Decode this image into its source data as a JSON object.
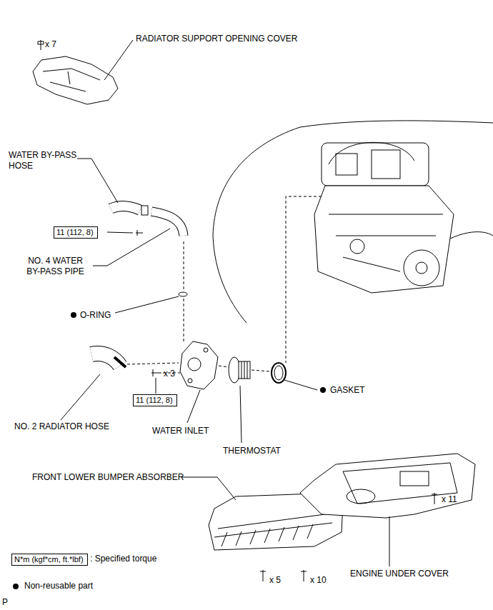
{
  "diagram": {
    "nodes": [
      {
        "text": [
          "11 (112, 8)"
        ]
      },
      {
        "text": [
          "11 (112, 8)"
        ]
      },
      {
        "text": [
          "N*m (kgf*cm, ft.*lbf)"
        ]
      }
    ],
    "labels": [
      "RADIATOR SUPPORT OPENING COVER",
      "x 7",
      "WATER BY-PASS HOSE",
      "NO. 4 WATER BY-PASS PIPE",
      "O-RING",
      "NO. 2 RADIATOR HOSE",
      "x 3",
      "WATER INLET",
      "THERMOSTAT",
      "GASKET",
      "FRONT LOWER BUMPER ABSORBER",
      "ENGINE UNDER COVER",
      "x 11",
      "x 5",
      "x 10",
      "P"
    ],
    "legend": [
      {
        "text": ": Specified torque"
      },
      {
        "text": "Non-reusable part"
      }
    ]
  }
}
